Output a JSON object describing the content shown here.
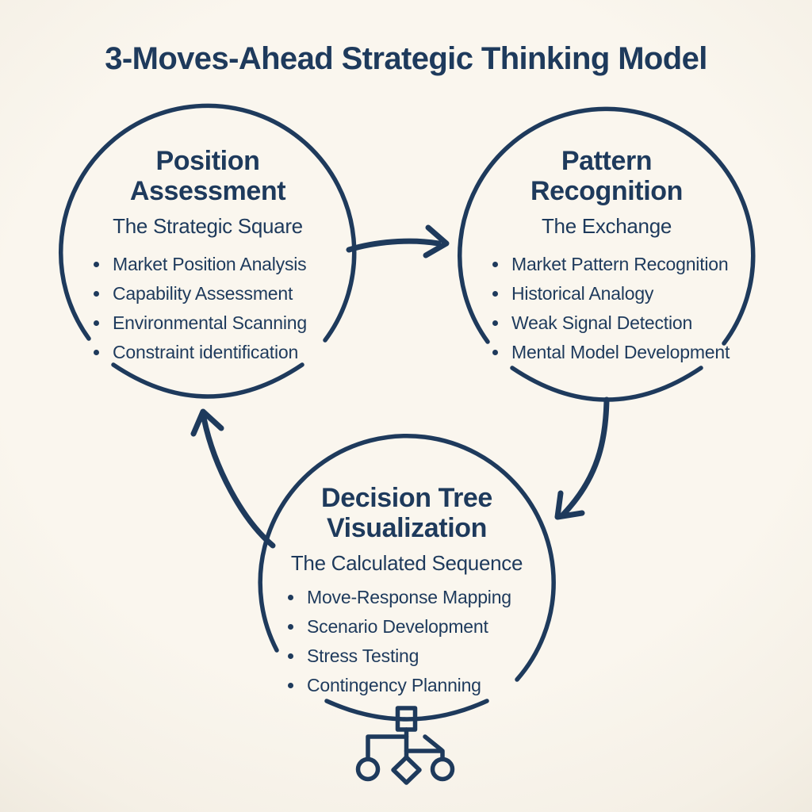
{
  "title": "3-Moves-Ahead Strategic Thinking Model",
  "colors": {
    "ink": "#1e3a5c",
    "background": "#f8f4ec"
  },
  "nodes": [
    {
      "id": "position-assessment",
      "heading_line1": "Position",
      "heading_line2": "Assessment",
      "subtitle": "The Strategic Square",
      "bullets": [
        "Market Position Analysis",
        "Capability Assessment",
        "Environmental Scanning",
        "Constraint identification"
      ]
    },
    {
      "id": "pattern-recognition",
      "heading_line1": "Pattern",
      "heading_line2": "Recognition",
      "subtitle": "The Exchange",
      "bullets": [
        "Market Pattern Recognition",
        "Historical Analogy",
        "Weak Signal Detection",
        "Mental Model Development"
      ]
    },
    {
      "id": "decision-tree-visualization",
      "heading_line1": "Decision Tree",
      "heading_line2": "Visualization",
      "subtitle": "The Calculated Sequence",
      "bullets": [
        "Move-Response Mapping",
        "Scenario Development",
        "Stress Testing",
        "Contingency Planning"
      ]
    }
  ],
  "icons": {
    "arrow_position_to_pattern": "curved-arrow-right",
    "arrow_pattern_to_decision": "curved-arrow-down-left",
    "arrow_decision_to_position": "curved-arrow-up-left",
    "decision_tree_glyph": "flowchart-tree"
  }
}
